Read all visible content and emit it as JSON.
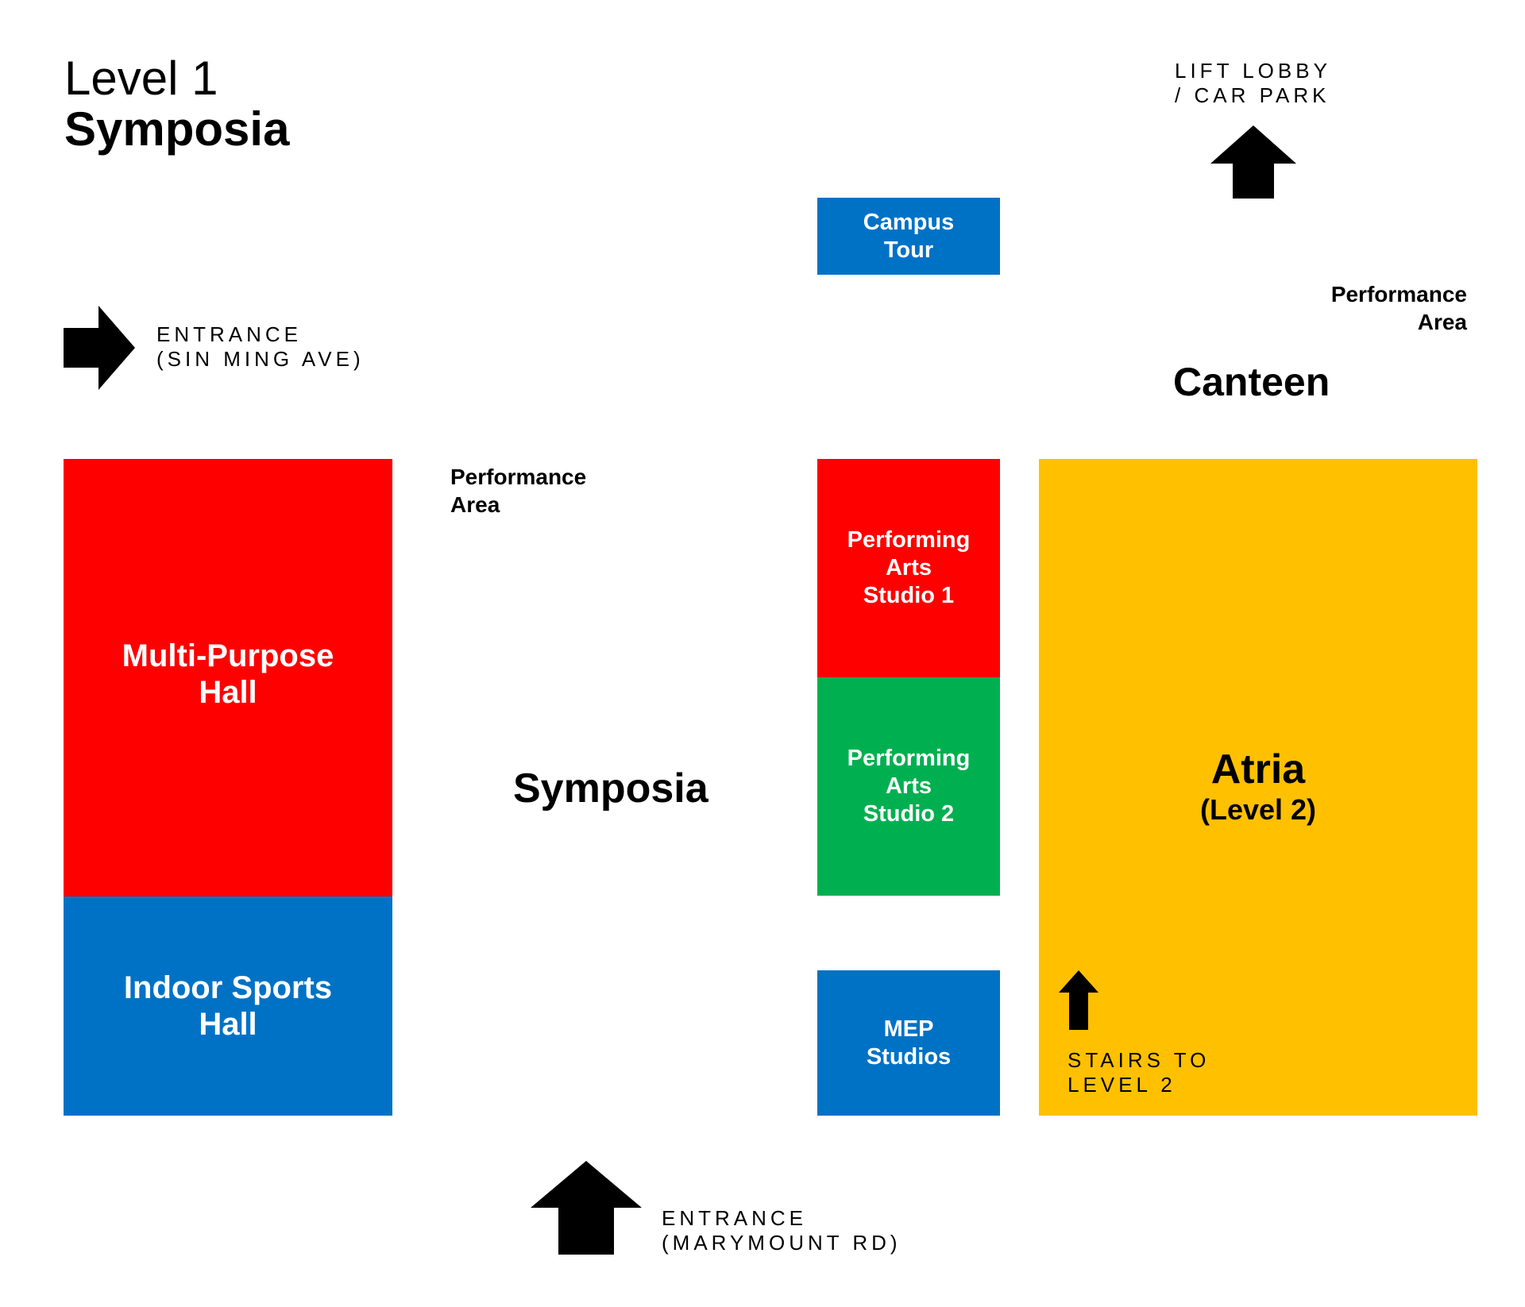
{
  "title": {
    "level": "Level 1",
    "name": "Symposia"
  },
  "colors": {
    "red": "#ff0000",
    "blue": "#0072c6",
    "green": "#00b050",
    "yellow": "#ffc000",
    "text": "#000000",
    "room_text": "#ffffff"
  },
  "entrances": {
    "west": {
      "line1": "ENTRANCE",
      "line2": "(SIN MING AVE)",
      "icon": "arrow-right-icon"
    },
    "south": {
      "line1": "ENTRANCE",
      "line2": "(MARYMOUNT RD)",
      "icon": "arrow-up-icon"
    },
    "lift_lobby": {
      "line1": "LIFT LOBBY",
      "line2": "/ CAR PARK",
      "icon": "arrow-up-icon"
    }
  },
  "labels": {
    "performance_area_center": {
      "line1": "Performance",
      "line2": "Area"
    },
    "performance_area_right": {
      "line1": "Performance",
      "line2": "Area"
    },
    "canteen": "Canteen",
    "symposia": "Symposia"
  },
  "rooms": {
    "campus_tour": {
      "line1": "Campus",
      "line2": "Tour"
    },
    "multi_purpose_hall": {
      "line1": "Multi-Purpose",
      "line2": "Hall"
    },
    "indoor_sports_hall": {
      "line1": "Indoor Sports",
      "line2": "Hall"
    },
    "pa_studio_1": {
      "line1": "Performing",
      "line2": "Arts",
      "line3": "Studio 1"
    },
    "pa_studio_2": {
      "line1": "Performing",
      "line2": "Arts",
      "line3": "Studio 2"
    },
    "mep_studios": {
      "line1": "MEP",
      "line2": "Studios"
    },
    "atria": {
      "line1": "Atria",
      "line2": "(Level 2)"
    }
  },
  "stairs": {
    "line1": "STAIRS TO",
    "line2": "LEVEL 2",
    "icon": "arrow-up-icon"
  }
}
